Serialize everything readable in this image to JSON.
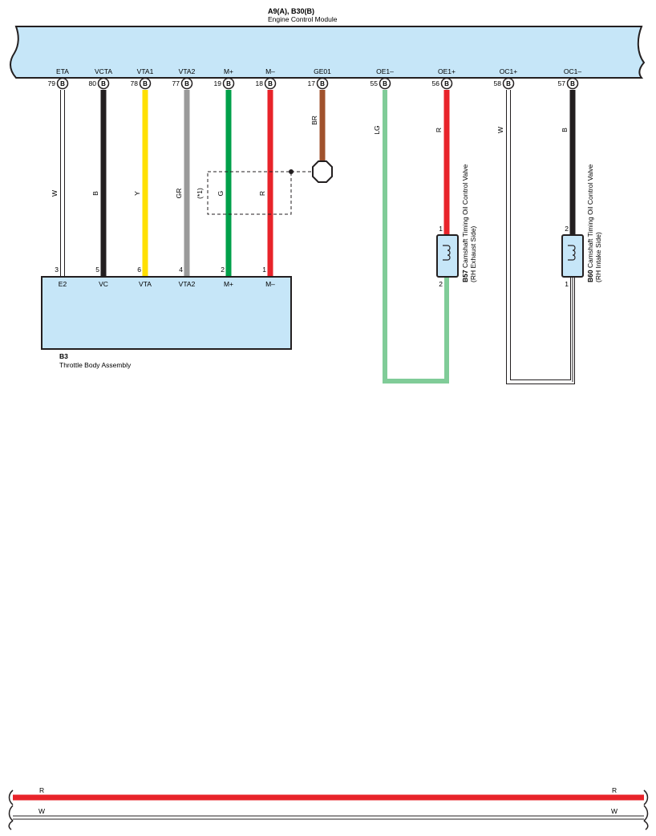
{
  "ecm": {
    "connector_codes": "A9(A), B30(B)",
    "name": "Engine Control Module",
    "pin_connector_letter": "B",
    "pins": [
      {
        "label": "ETA",
        "num": "79",
        "wire": "W"
      },
      {
        "label": "VCTA",
        "num": "80",
        "wire": "B"
      },
      {
        "label": "VTA1",
        "num": "78",
        "wire": "Y"
      },
      {
        "label": "VTA2",
        "num": "77",
        "wire": "GR"
      },
      {
        "label": "M+",
        "num": "19",
        "wire": "G"
      },
      {
        "label": "M–",
        "num": "18",
        "wire": "R"
      },
      {
        "label": "GE01",
        "num": "17",
        "wire": "BR"
      },
      {
        "label": "OE1–",
        "num": "55",
        "wire": "LG"
      },
      {
        "label": "OE1+",
        "num": "56",
        "wire": "R"
      },
      {
        "label": "OC1+",
        "num": "58",
        "wire": "W"
      },
      {
        "label": "OC1–",
        "num": "57",
        "wire": "B"
      }
    ]
  },
  "shield_note": "(*1)",
  "throttle_body": {
    "code": "B3",
    "name": "Throttle Body Assembly",
    "pins": [
      {
        "num": "3",
        "label": "E2"
      },
      {
        "num": "5",
        "label": "VC"
      },
      {
        "num": "6",
        "label": "VTA"
      },
      {
        "num": "4",
        "label": "VTA2"
      },
      {
        "num": "2",
        "label": "M+"
      },
      {
        "num": "1",
        "label": "M–"
      }
    ]
  },
  "valve_exhaust": {
    "code": "B57",
    "name": "Camshaft Timing Oil Control Valve",
    "side": "(RH Exhaust Side)",
    "pin_top": "1",
    "pin_bottom": "2"
  },
  "valve_intake": {
    "code": "B60",
    "name": "Camshaft Timing Oil Control Valve",
    "side": "(RH Intake Side)",
    "pin_top": "2",
    "pin_bottom": "1"
  },
  "bottom_wires": [
    {
      "label": "R",
      "color": "#e8232a"
    },
    {
      "label": "W",
      "color": "#ffffff"
    }
  ],
  "colors": {
    "component_fill": "#c6e6f8",
    "W": "#ffffff",
    "B": "#231f20",
    "Y": "#ffe000",
    "GR": "#9a9a9a",
    "G": "#00a04a",
    "R": "#e8232a",
    "BR": "#a0522d",
    "LG": "#80cc98"
  }
}
